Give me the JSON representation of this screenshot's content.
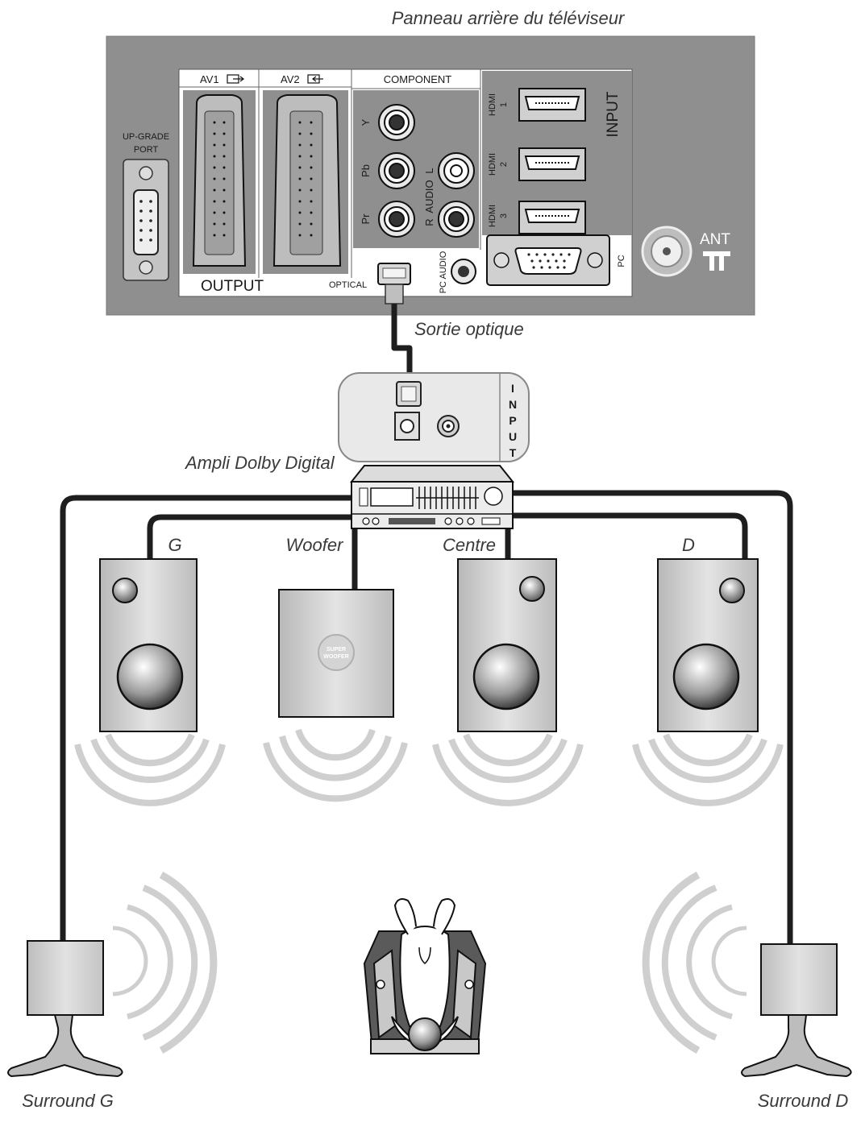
{
  "captions": {
    "tv_back_panel": "Panneau arrière du téléviseur",
    "optical_out": "Sortie optique",
    "amplifier": "Ampli Dolby Digital",
    "speaker_left": "G",
    "woofer": "Woofer",
    "speaker_center": "Centre",
    "speaker_right": "D",
    "surround_left": "Surround G",
    "surround_right": "Surround D"
  },
  "panel": {
    "upgrade_port": [
      "UP-GRADE",
      "PORT"
    ],
    "av1": "AV1",
    "av2": "AV2",
    "output": "OUTPUT",
    "optical": "OPTICAL",
    "component": "COMPONENT",
    "comp_y": "Y",
    "comp_pb": "Pb",
    "comp_pr": "Pr",
    "audio_l": "L",
    "audio": "AUDIO",
    "audio_r": "R",
    "hdmi1": [
      "HDMI",
      "1"
    ],
    "hdmi2": [
      "HDMI",
      "2"
    ],
    "hdmi3": [
      "HDMI",
      "3"
    ],
    "input": "INPUT",
    "pc_audio": "PC AUDIO",
    "pc": "PC",
    "ant": "ANT"
  },
  "amp": {
    "input_letters": [
      "I",
      "N",
      "P",
      "U",
      "T"
    ]
  },
  "woofer_badge": [
    "SUPER",
    "WOOFER"
  ]
}
